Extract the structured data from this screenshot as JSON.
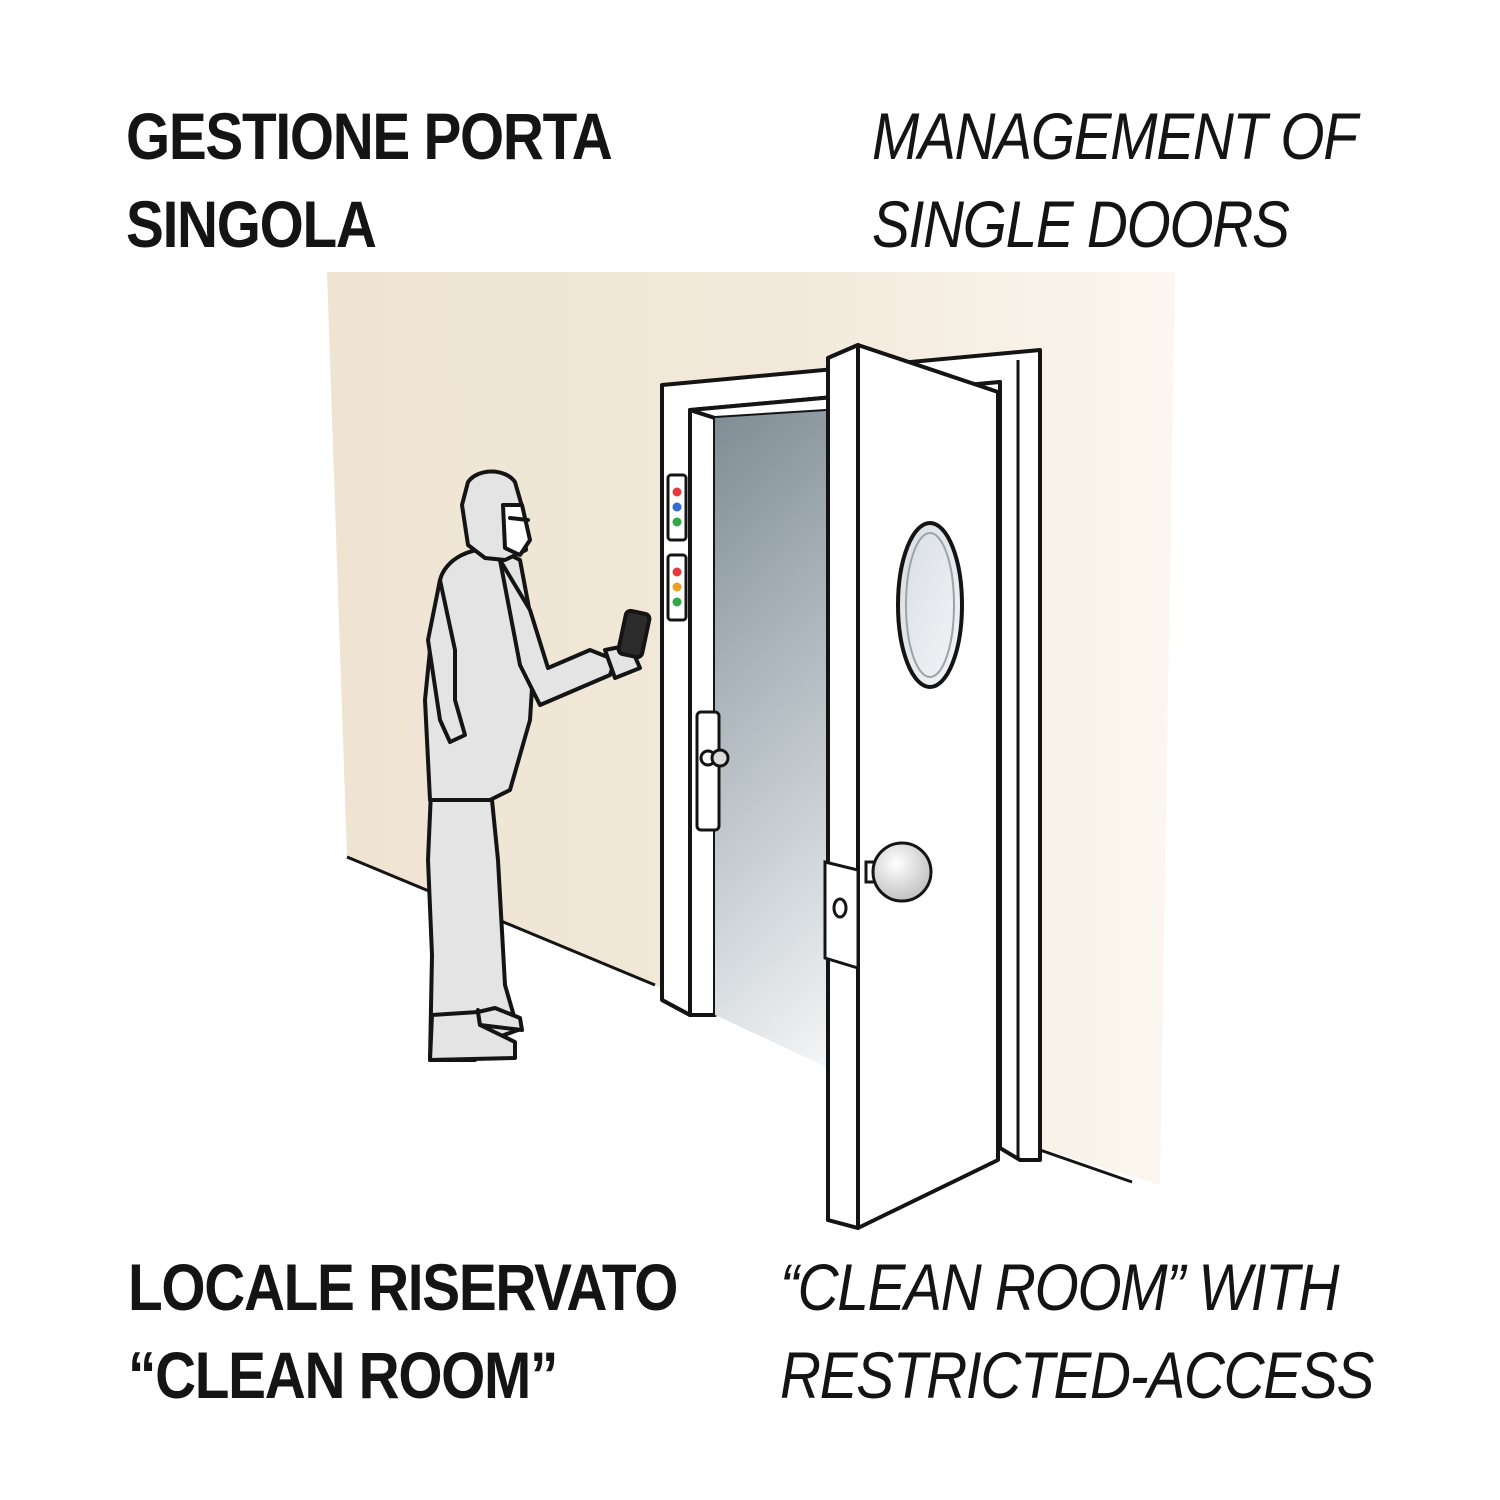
{
  "header": {
    "italian_title_lines": [
      "GESTIONE PORTA",
      "SINGOLA"
    ],
    "english_title_lines": [
      "MANAGEMENT OF",
      "SINGLE DOORS"
    ]
  },
  "footer": {
    "italian_caption_lines": [
      "LOCALE RISERVATO",
      "“CLEAN ROOM”"
    ],
    "english_caption_lines": [
      "“CLEAN ROOM” WITH",
      "RESTRICTED-ACCESS"
    ]
  },
  "illustration": {
    "wall_color": "#f0e6d6",
    "suit_color": "#e4e4e4",
    "outline_color": "#141414",
    "indicator_panel_top_colors": [
      "#e23b3b",
      "#2f6fd6",
      "#2ea84a"
    ],
    "indicator_panel_bottom_colors": [
      "#e23b3b",
      "#f0a020",
      "#2ea84a"
    ]
  }
}
